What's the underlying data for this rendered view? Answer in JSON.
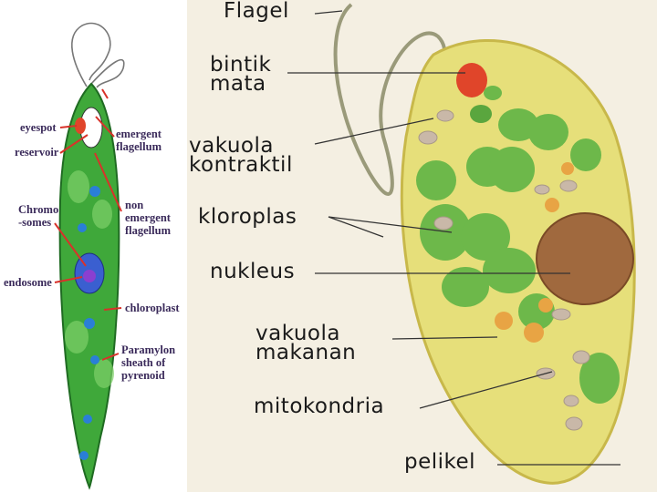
{
  "left_diagram": {
    "labels": {
      "eyespot": "eyespot",
      "reservoir": "reservoir",
      "chromosomes": "Chromo\n-somes",
      "endosome": "endosome",
      "emergent_flagellum": "emergent\nflagellum",
      "non_emergent_flagellum": "non\nemergent\nflagellum",
      "chloroplast": "chloroplast",
      "paramylon": "Paramylon\nsheath of\npyrenoid"
    }
  },
  "right_diagram": {
    "labels": {
      "flagel": "Flagel",
      "bintik_mata": "bintik\nmata",
      "vakuola_kontraktil": "vakuola\nkontraktil",
      "kloroplas": "kloroplas",
      "nukleus": "nukleus",
      "vakuola_makanan": "vakuola\nmakanan",
      "mitokondria": "mitokondria",
      "pelikel": "pelikel"
    }
  },
  "colors": {
    "left_cell_green": "#3fa83a",
    "left_label_text": "#3a2a5a",
    "arrow_red": "#d8322a",
    "right_cytoplasm": "#e6df7a",
    "chloroplast_green": "#6db84a",
    "nucleus_brown": "#a0693e",
    "eyespot_red": "#e0452a",
    "food_vacuole_orange": "#e8a444",
    "mitochondria_grey": "#c9b8a8"
  }
}
